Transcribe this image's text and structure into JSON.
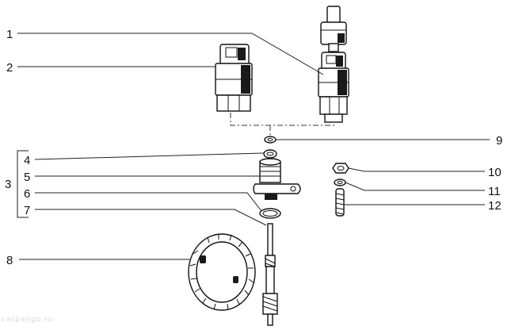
{
  "callouts": {
    "c1": "1",
    "c2": "2",
    "c3": "3",
    "c4": "4",
    "c5": "5",
    "c6": "6",
    "c7": "7",
    "c8": "8",
    "c9": "9",
    "c10": "10",
    "c11": "11",
    "c12": "12"
  },
  "watermark": "carpango.ru",
  "colors": {
    "ink": "#111111",
    "paper": "#ffffff",
    "shade": "#1a1a1a"
  }
}
